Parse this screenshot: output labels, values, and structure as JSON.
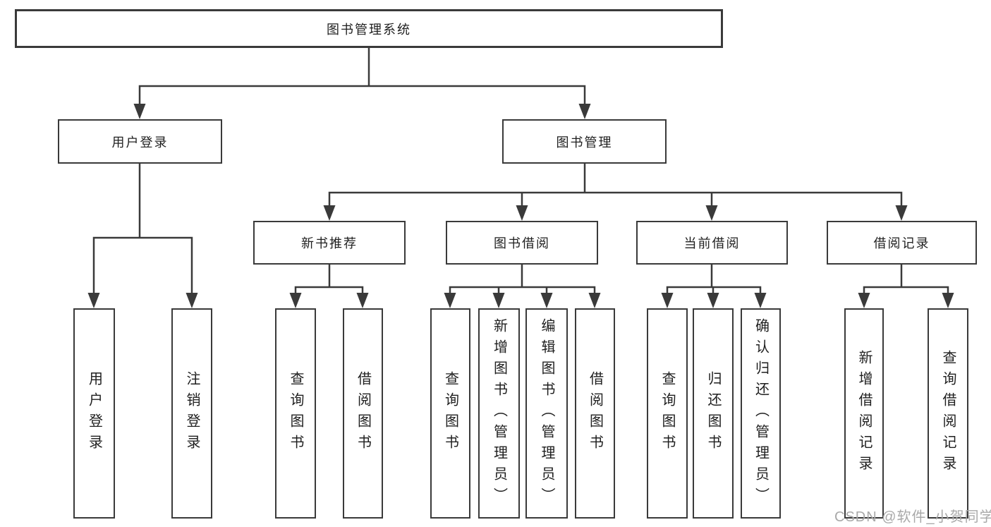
{
  "diagram_title": "图书管理系统",
  "nodes": {
    "root": "图书管理系统",
    "user_login": "用户登录",
    "book_mgmt": "图书管理",
    "new_book_rec": "新书推荐",
    "book_borrow": "图书借阅",
    "current_borrow": "当前借阅",
    "borrow_record": "借阅记录",
    "ul_user_login": "用户登录",
    "ul_logout": "注销登录",
    "nb_query_book": "查询图书",
    "nb_borrow_book": "借阅图书",
    "bb_query_book": "查询图书",
    "bb_add_book": "新增图书（管理员）",
    "bb_edit_book": "编辑图书（管理员）",
    "bb_borrow_book": "借阅图书",
    "cb_query_book": "查询图书",
    "cb_return_book": "归还图书",
    "cb_confirm_return": "确认归还（管理员）",
    "br_add_record": "新增借阅记录",
    "br_query_record": "查询借阅记录"
  },
  "hierarchy": {
    "图书管理系统": {
      "用户登录": [
        "用户登录",
        "注销登录"
      ],
      "图书管理": {
        "新书推荐": [
          "查询图书",
          "借阅图书"
        ],
        "图书借阅": [
          "查询图书",
          "新增图书（管理员）",
          "编辑图书（管理员）",
          "借阅图书"
        ],
        "当前借阅": [
          "查询图书",
          "归还图书",
          "确认归还（管理员）"
        ],
        "借阅记录": [
          "新增借阅记录",
          "查询借阅记录"
        ]
      }
    }
  },
  "watermark": "CSDN @软件_小贺同学",
  "colors": {
    "background": "#ffffff",
    "box_border": "#3a3a3a",
    "line": "#3a3a3a",
    "text": "#1f1f1f",
    "watermark": "#a9a9a9"
  }
}
